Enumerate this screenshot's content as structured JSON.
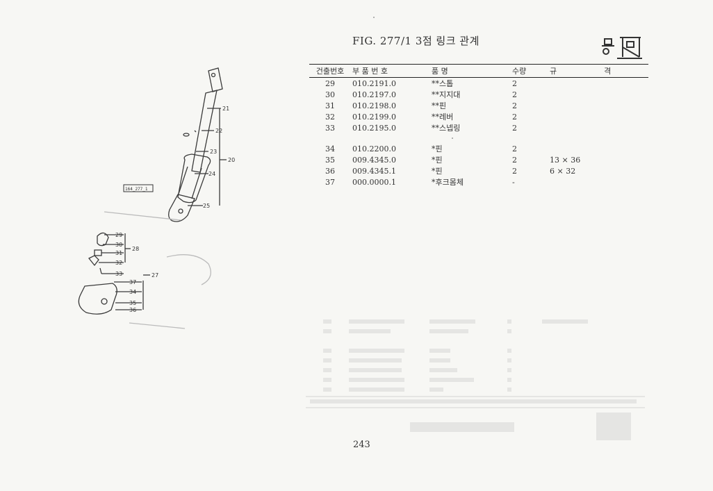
{
  "header": {
    "title": "FIG. 277/1  3점 링크 관계"
  },
  "diagram": {
    "ref_label": "164_277_1",
    "callouts_upper": [
      "21",
      "22",
      "23",
      "24",
      "25",
      "20"
    ],
    "callouts_lower": [
      "29",
      "30",
      "28",
      "31",
      "32",
      "33",
      "37",
      "27",
      "34",
      "35",
      "36"
    ]
  },
  "table": {
    "headers": [
      "건출번호",
      "부 품 번 호",
      "품      명",
      "수량",
      "규",
      "격"
    ],
    "rows": [
      {
        "no": "29",
        "part": "010.2191.0",
        "name": "**스톱",
        "qty": "2",
        "spec": ""
      },
      {
        "no": "30",
        "part": "010.2197.0",
        "name": "**지지대",
        "qty": "2",
        "spec": ""
      },
      {
        "no": "31",
        "part": "010.2198.0",
        "name": "**핀",
        "qty": "2",
        "spec": ""
      },
      {
        "no": "32",
        "part": "010.2199.0",
        "name": "**레버",
        "qty": "2",
        "spec": ""
      },
      {
        "no": "33",
        "part": "010.2195.0",
        "name": "**스넵링",
        "qty": "2",
        "spec": ""
      },
      {
        "no": "34",
        "part": "010.2200.0",
        "name": "*핀",
        "qty": "2",
        "spec": ""
      },
      {
        "no": "35",
        "part": "009.4345.0",
        "name": "*핀",
        "qty": "2",
        "spec": "13 × 36"
      },
      {
        "no": "36",
        "part": "009.4345.1",
        "name": "*핀",
        "qty": "2",
        "spec": "6 × 32"
      },
      {
        "no": "37",
        "part": "000.0000.1",
        "name": "*후크몸체",
        "qty": "-",
        "spec": ""
      }
    ]
  },
  "page_number": "243"
}
